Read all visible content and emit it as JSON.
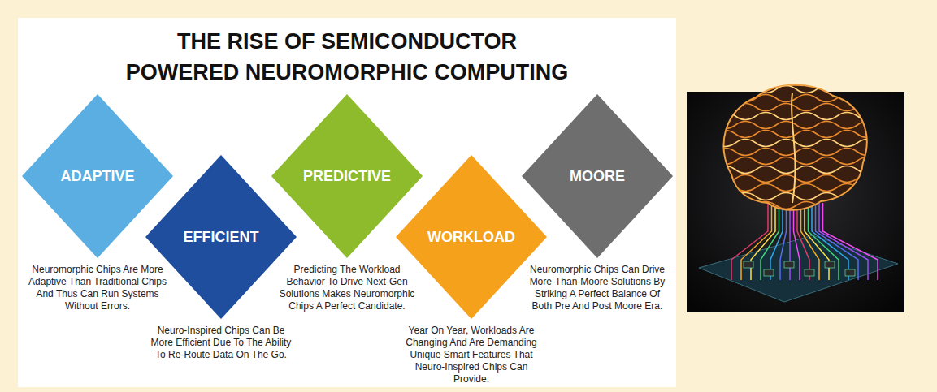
{
  "diagram": {
    "title": "THE RISE OF SEMICONDUCTOR POWERED NEUROMORPHIC COMPUTING",
    "nodes": [
      {
        "text": [
          "ADAPTIVE",
          "Neuromorphic Chips Are More Adaptive Than Traditional Chips And Thus Can Run Systems Without Errors."
        ]
      },
      {
        "text": [
          "EFFICIENT",
          "Neuro-Inspired Chips Can Be More Efficient Due To The Ability To Re-Route Data On The Go."
        ]
      },
      {
        "text": [
          "PREDICTIVE",
          "Predicting The Workload Behavior To Drive Next-Gen Solutions Makes Neuromorphic Chips A Perfect Candidate."
        ]
      },
      {
        "text": [
          "WORKLOAD",
          "Year On Year, Workloads Are Changing And Are Demanding Unique Smart Features That Neuro-Inspired Chips Can Provide."
        ]
      },
      {
        "text": [
          "MOORE",
          "Neuromorphic Chips Can Drive More-Than-Moore Solutions By Striking A Perfect Balance Of Both Pre And Post Moore Era."
        ]
      }
    ]
  }
}
